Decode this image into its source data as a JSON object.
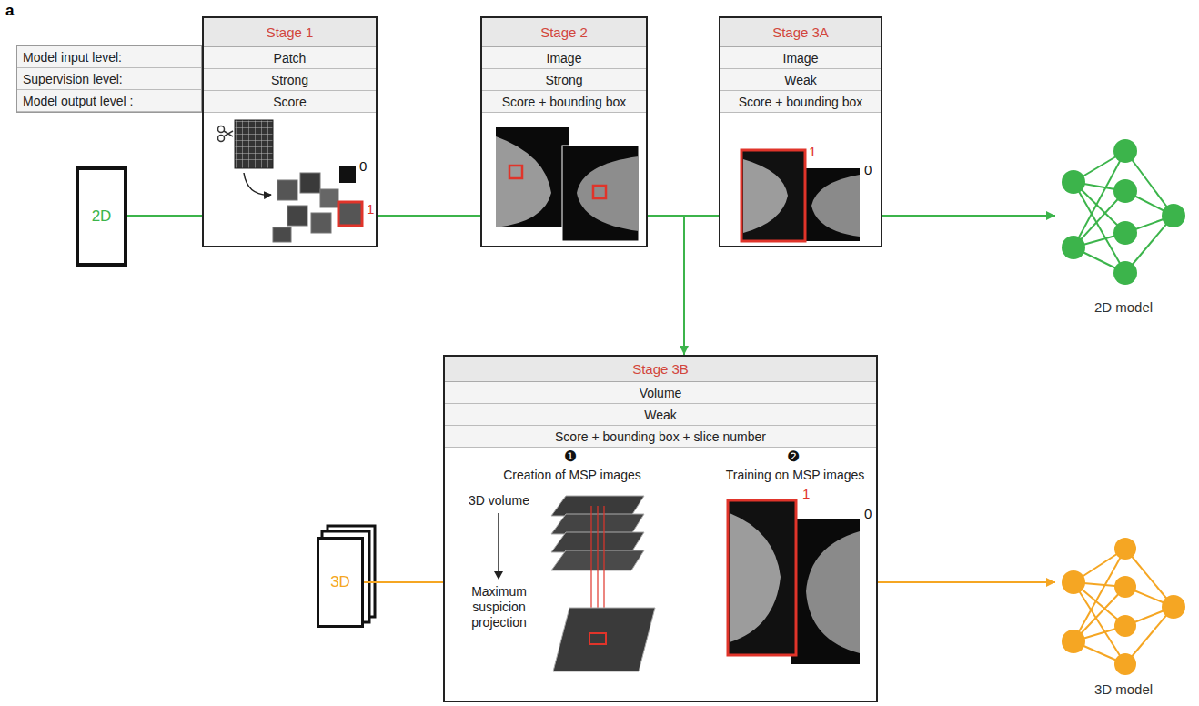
{
  "diagram": {
    "nodes": [
      {
        "text": [
          "Model input level:",
          "Supervision level:",
          "Model output level :"
        ]
      },
      {
        "text": [
          "2D"
        ]
      },
      {
        "text": [
          "Stage 1",
          "Patch",
          "Strong",
          "Score"
        ]
      },
      {
        "text": [
          "Stage 2",
          "Image",
          "Strong",
          "Score + bounding box"
        ]
      },
      {
        "text": [
          "Stage 3A",
          "Image",
          "Weak",
          "Score + bounding box"
        ]
      },
      {
        "text": [
          "2D model"
        ]
      },
      {
        "text": [
          "3D"
        ]
      },
      {
        "text": [
          "Stage 3B",
          "Volume",
          "Weak",
          "Score + bounding box + slice number",
          "Creation of MSP images",
          "Training on MSP images",
          "3D volume",
          "Maximum suspicion projection"
        ]
      },
      {
        "text": [
          "3D model"
        ]
      }
    ],
    "edges": [
      {
        "from": 1,
        "to": 2,
        "arrow": "none"
      },
      {
        "from": 2,
        "to": 3,
        "arrow": "none"
      },
      {
        "from": 3,
        "to": 4,
        "arrow": "none"
      },
      {
        "from": 4,
        "to": 5,
        "arrow": "to"
      },
      {
        "from": 3,
        "to": 7,
        "arrow": "to"
      },
      {
        "from": 6,
        "to": 7,
        "arrow": "none"
      },
      {
        "from": 7,
        "to": 8,
        "arrow": "to"
      }
    ],
    "labels": [
      "a",
      "0",
      "1",
      "1",
      "0",
      "1",
      "0",
      "❶",
      "❷"
    ]
  }
}
